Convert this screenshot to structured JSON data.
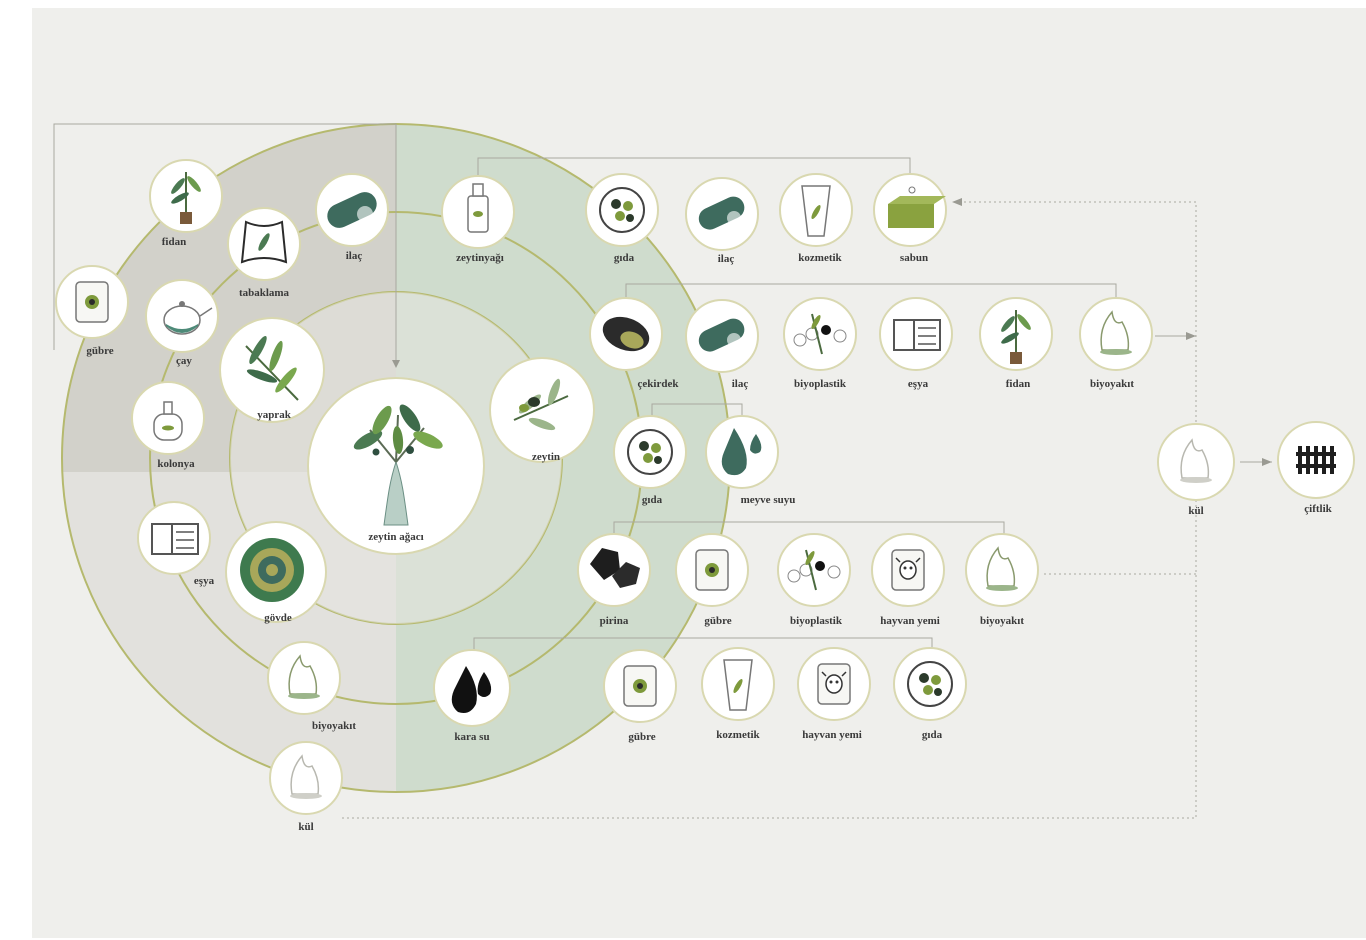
{
  "center": {
    "label": "zeytin ağacı"
  },
  "palette": {
    "green_dark": "#3e6b5e",
    "olive": "#7e9a3c",
    "ring_line": "#b5b96e",
    "sector_grey": "#cfcec7",
    "sector_green": "#c8d9c6"
  },
  "labels": {
    "fidan": "fidan",
    "ilac": "ilaç",
    "tabaklama": "tabaklama",
    "zeytinyagi": "zeytinyağı",
    "gubre": "gübre",
    "cay": "çay",
    "yaprak": "yaprak",
    "kolonya": "kolonya",
    "zeytin": "zeytin",
    "esya": "eşya",
    "govde": "gövde",
    "biyoyakit": "biyoyakıt",
    "kul": "kül",
    "kara_su": "kara su",
    "gida": "gıda",
    "kozmetik": "kozmetik",
    "sabun": "sabun",
    "cekirdek": "çekirdek",
    "biyoplastik": "biyoplastik",
    "meyve_suyu": "meyve suyu",
    "pirina": "pirina",
    "hayvan_yemi": "hayvan yemi",
    "ciftlik": "çiftlik"
  }
}
